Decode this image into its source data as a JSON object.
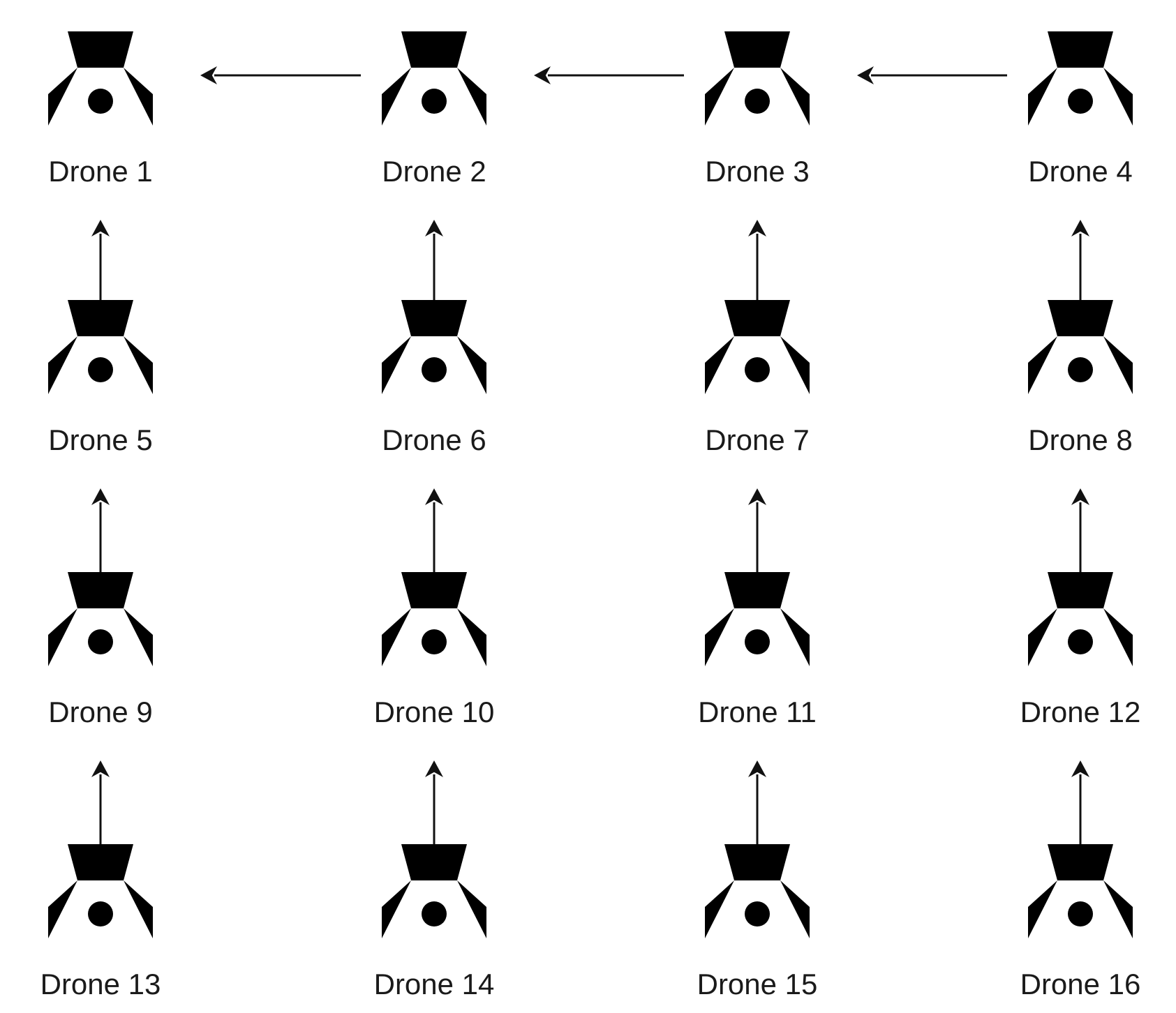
{
  "diagram": {
    "drones": [
      {
        "id": 1,
        "label": "Drone 1",
        "icon": "drone-icon"
      },
      {
        "id": 2,
        "label": "Drone 2",
        "icon": "drone-icon"
      },
      {
        "id": 3,
        "label": "Drone 3",
        "icon": "drone-icon"
      },
      {
        "id": 4,
        "label": "Drone 4",
        "icon": "drone-icon"
      },
      {
        "id": 5,
        "label": "Drone 5",
        "icon": "drone-icon"
      },
      {
        "id": 6,
        "label": "Drone 6",
        "icon": "drone-icon"
      },
      {
        "id": 7,
        "label": "Drone 7",
        "icon": "drone-icon"
      },
      {
        "id": 8,
        "label": "Drone 8",
        "icon": "drone-icon"
      },
      {
        "id": 9,
        "label": "Drone 9",
        "icon": "drone-icon"
      },
      {
        "id": 10,
        "label": "Drone 10",
        "icon": "drone-icon"
      },
      {
        "id": 11,
        "label": "Drone 11",
        "icon": "drone-icon"
      },
      {
        "id": 12,
        "label": "Drone 12",
        "icon": "drone-icon"
      },
      {
        "id": 13,
        "label": "Drone 13",
        "icon": "drone-icon"
      },
      {
        "id": 14,
        "label": "Drone 14",
        "icon": "drone-icon"
      },
      {
        "id": 15,
        "label": "Drone 15",
        "icon": "drone-icon"
      },
      {
        "id": 16,
        "label": "Drone 16",
        "icon": "drone-icon"
      }
    ],
    "edges": [
      {
        "from": 2,
        "to": 1
      },
      {
        "from": 3,
        "to": 2
      },
      {
        "from": 4,
        "to": 3
      },
      {
        "from": 5,
        "to": 1
      },
      {
        "from": 6,
        "to": 2
      },
      {
        "from": 7,
        "to": 3
      },
      {
        "from": 8,
        "to": 4
      },
      {
        "from": 9,
        "to": 5
      },
      {
        "from": 10,
        "to": 6
      },
      {
        "from": 11,
        "to": 7
      },
      {
        "from": 12,
        "to": 8
      },
      {
        "from": 13,
        "to": 9
      },
      {
        "from": 14,
        "to": 10
      },
      {
        "from": 15,
        "to": 11
      },
      {
        "from": 16,
        "to": 12
      }
    ],
    "colors": {
      "icon": "#000000",
      "arrow": "#111111",
      "label": "#1a1a1a",
      "background": "#ffffff"
    }
  }
}
